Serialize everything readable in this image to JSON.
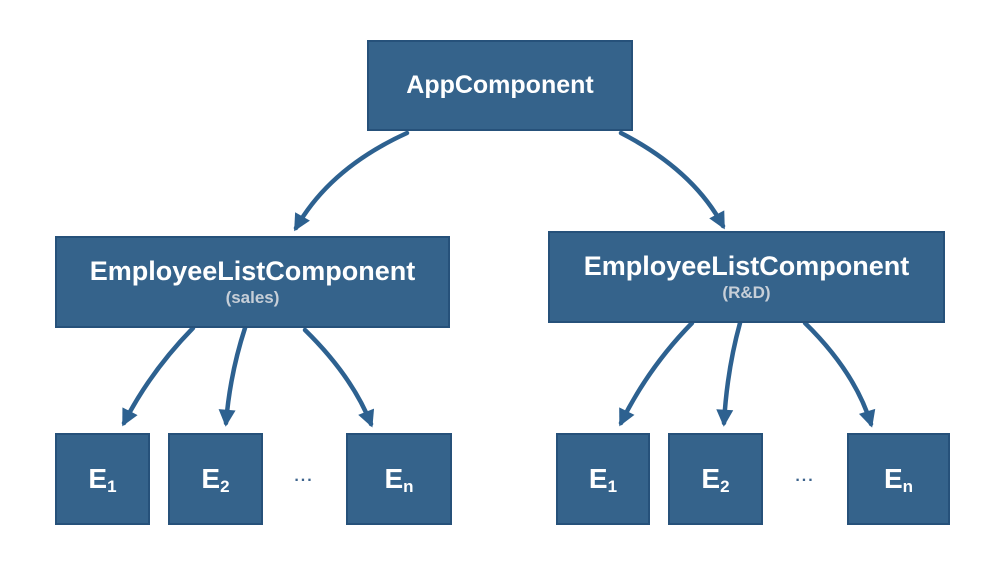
{
  "colors": {
    "background": "#ffffff",
    "node_fill": "#35638b",
    "node_border": "#26517a",
    "arrow": "#2d6190",
    "title_text": "#ffffff",
    "subtitle_text": "#c7cfd8",
    "ellipsis_text": "#3d638c"
  },
  "root_node": {
    "label": "AppComponent"
  },
  "groups": {
    "sales": {
      "label": "EmployeeListComponent",
      "sublabel": "(sales)",
      "ellipsis": "...",
      "employees": [
        {
          "base": "E",
          "sub": "1"
        },
        {
          "base": "E",
          "sub": "2"
        },
        {
          "base": "E",
          "sub": "n"
        }
      ]
    },
    "rnd": {
      "label": "EmployeeListComponent",
      "sublabel": "(R&D)",
      "ellipsis": "...",
      "employees": [
        {
          "base": "E",
          "sub": "1"
        },
        {
          "base": "E",
          "sub": "2"
        },
        {
          "base": "E",
          "sub": "n"
        }
      ]
    }
  }
}
